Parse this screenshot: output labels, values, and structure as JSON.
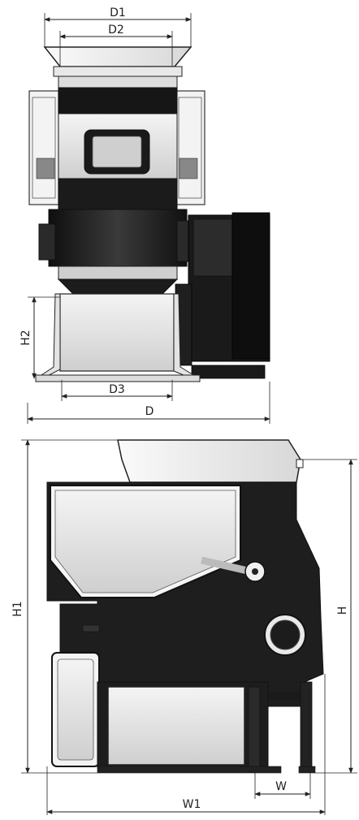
{
  "dimensions": {
    "d1": "D1",
    "d2": "D2",
    "d3": "D3",
    "d": "D",
    "h2": "H2",
    "h1": "H1",
    "h": "H",
    "w": "W",
    "w1": "W1"
  },
  "colors": {
    "body_dark": "#1c1c1c",
    "body_mid": "#3a3a3a",
    "panel_light": "#e9e9e9",
    "line": "#222222"
  }
}
